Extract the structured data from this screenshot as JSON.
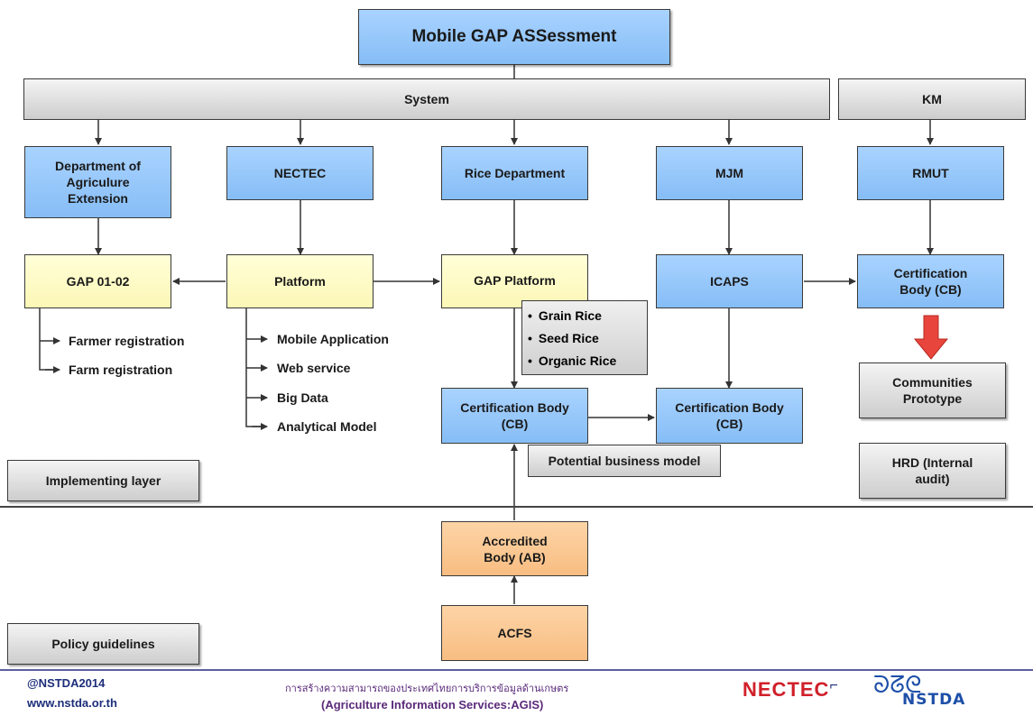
{
  "title": "Mobile GAP ASSessment",
  "bars": {
    "system": "System",
    "km": "KM"
  },
  "orgs": {
    "doae": "Department of Agriculure Extension",
    "nectec": "NECTEC",
    "rice": "Rice Department",
    "mjm": "MJM",
    "rmut": "RMUT"
  },
  "row2": {
    "gap0102": "GAP 01-02",
    "platform": "Platform",
    "gap_platform": "GAP Platform",
    "icaps": "ICAPS",
    "cb_right": "Certification Body (CB)"
  },
  "gap_items": [
    "Farmer registration",
    "Farm registration"
  ],
  "platform_items": [
    "Mobile Application",
    "Web service",
    "Big Data",
    "Analytical Model"
  ],
  "rice_types": [
    "Grain Rice",
    "Seed Rice",
    "Organic Rice"
  ],
  "cb_left": "Certification Body (CB)",
  "cb_mid": "Certification Body (CB)",
  "potential": "Potential business model",
  "communities": "Communities Prototype",
  "hrd": "HRD (Internal audit)",
  "implementing": "Implementing layer",
  "policy": "Policy guidelines",
  "ab": "Accredited Body (AB)",
  "acfs": "ACFS",
  "footer": {
    "handle": "@NSTDA2014",
    "url": "www.nstda.or.th",
    "thai": "การสร้างความสามารถของประเทศไทยการบริการข้อมูลด้านเกษตร",
    "agis": "(Agriculture Information Services:AGIS)",
    "nectec_logo": "NECTEC",
    "nstda_logo": "NSTDA"
  },
  "colors": {
    "blue": "#8fc3f9",
    "yellow": "#fdf9c0",
    "orange": "#f9c18a",
    "arrow_red": "#e8453c",
    "footer_blue": "#1d2e7a"
  }
}
